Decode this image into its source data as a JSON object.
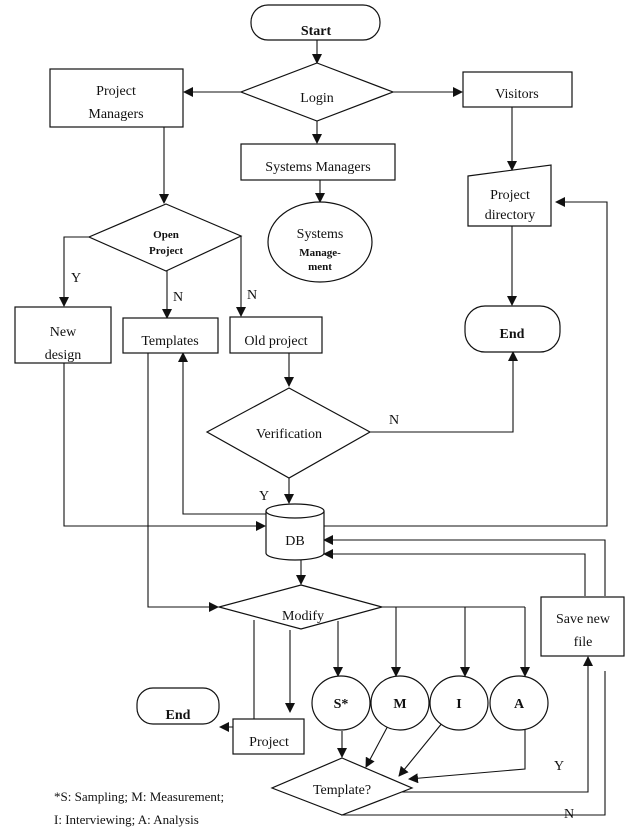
{
  "diagram": {
    "type": "flowchart",
    "nodes": {
      "start": {
        "label": "Start",
        "shape": "terminator"
      },
      "login": {
        "label": "Login",
        "shape": "decision"
      },
      "project_managers": {
        "label_lines": [
          "Project",
          "Managers"
        ],
        "shape": "process"
      },
      "visitors": {
        "label": "Visitors",
        "shape": "process"
      },
      "systems_managers": {
        "label": "Systems Managers",
        "shape": "process"
      },
      "systems_management": {
        "label_lines": [
          "Systems",
          "Manage-",
          "ment"
        ],
        "shape": "ellipse"
      },
      "project_directory": {
        "label_lines": [
          "Project",
          "directory"
        ],
        "shape": "manual-input"
      },
      "end_top": {
        "label": "End",
        "shape": "terminator"
      },
      "open_project": {
        "label_lines": [
          "Open",
          "Project"
        ],
        "shape": "decision"
      },
      "new_design": {
        "label_lines": [
          "New",
          "design"
        ],
        "shape": "process"
      },
      "templates": {
        "label": "Templates",
        "shape": "process"
      },
      "old_project": {
        "label": "Old project",
        "shape": "process"
      },
      "verification": {
        "label": "Verification",
        "shape": "decision"
      },
      "db": {
        "label": "DB",
        "shape": "database"
      },
      "modify": {
        "label": "Modify",
        "shape": "decision"
      },
      "end_bottom": {
        "label": "End",
        "shape": "terminator"
      },
      "project": {
        "label": "Project",
        "shape": "process"
      },
      "s": {
        "label": "S*",
        "shape": "ellipse"
      },
      "m": {
        "label": "M",
        "shape": "ellipse"
      },
      "i": {
        "label": "I",
        "shape": "ellipse"
      },
      "a": {
        "label": "A",
        "shape": "ellipse"
      },
      "template_q": {
        "label": "Template?",
        "shape": "decision"
      },
      "save_new_file": {
        "label_lines": [
          "Save new",
          "file"
        ],
        "shape": "process"
      }
    },
    "edge_labels": {
      "open_y": "Y",
      "open_n1": "N",
      "open_n2": "N",
      "verif_n": "N",
      "verif_y": "Y",
      "template_y": "Y",
      "template_n": "N"
    },
    "edges": [
      {
        "from": "start",
        "to": "login"
      },
      {
        "from": "login",
        "to": "project_managers"
      },
      {
        "from": "login",
        "to": "visitors"
      },
      {
        "from": "login",
        "to": "systems_managers"
      },
      {
        "from": "systems_managers",
        "to": "systems_management"
      },
      {
        "from": "visitors",
        "to": "project_directory"
      },
      {
        "from": "project_directory",
        "to": "end_top"
      },
      {
        "from": "project_managers",
        "to": "open_project"
      },
      {
        "from": "open_project",
        "to": "new_design",
        "label": "Y"
      },
      {
        "from": "open_project",
        "to": "templates",
        "label": "N"
      },
      {
        "from": "open_project",
        "to": "old_project",
        "label": "N"
      },
      {
        "from": "old_project",
        "to": "verification"
      },
      {
        "from": "verification",
        "to": "end_top",
        "label": "N"
      },
      {
        "from": "verification",
        "to": "db",
        "label": "Y"
      },
      {
        "from": "db",
        "to": "templates"
      },
      {
        "from": "new_design",
        "to": "db"
      },
      {
        "from": "db",
        "to": "project_directory"
      },
      {
        "from": "templates",
        "to": "modify"
      },
      {
        "from": "db",
        "to": "modify"
      },
      {
        "from": "modify",
        "to": "end_bottom"
      },
      {
        "from": "modify",
        "to": "project"
      },
      {
        "from": "modify",
        "to": "s"
      },
      {
        "from": "modify",
        "to": "m"
      },
      {
        "from": "modify",
        "to": "i"
      },
      {
        "from": "modify",
        "to": "a"
      },
      {
        "from": "s",
        "to": "template_q"
      },
      {
        "from": "m",
        "to": "template_q"
      },
      {
        "from": "i",
        "to": "template_q"
      },
      {
        "from": "a",
        "to": "template_q"
      },
      {
        "from": "template_q",
        "to": "save_new_file",
        "label": "Y"
      },
      {
        "from": "template_q",
        "to": "db",
        "label": "N"
      },
      {
        "from": "save_new_file",
        "to": "db"
      }
    ],
    "footnote": [
      "*S: Sampling; M: Measurement;",
      "I: Interviewing; A: Analysis"
    ]
  }
}
